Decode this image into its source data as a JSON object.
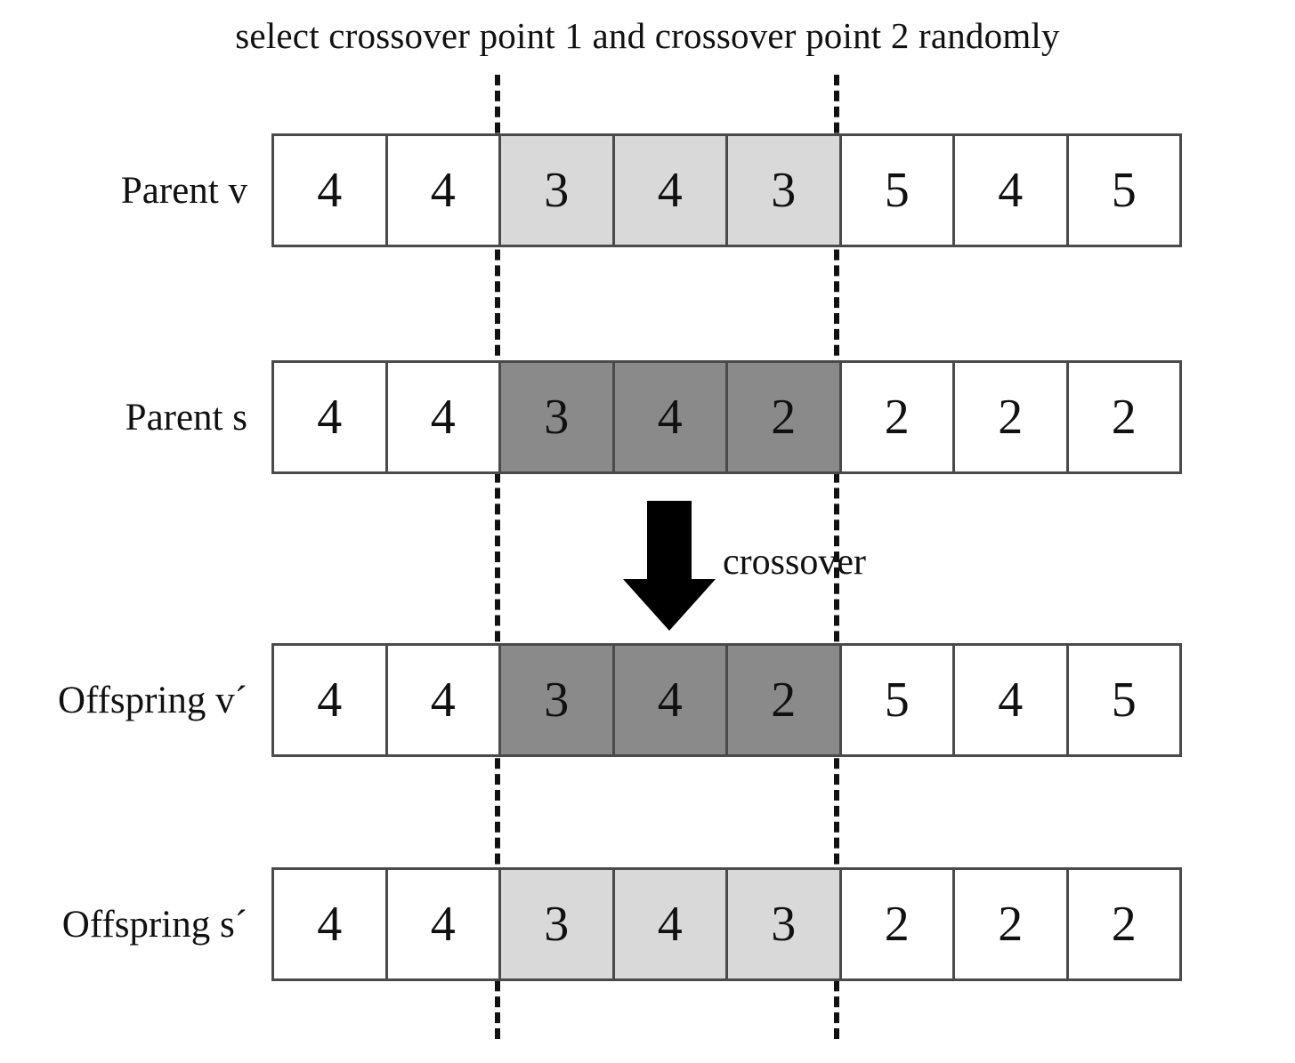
{
  "figure": {
    "title": "select crossover point 1 and crossover point 2 randomly",
    "crossover_label": "crossover",
    "colors": {
      "shade_light": "#d9d9d9",
      "shade_dark": "#8a8a8a",
      "border": "#4a4a4a",
      "text": "#111111",
      "background": "#ffffff"
    },
    "crossover_segment": {
      "start_index": 2,
      "end_index": 4
    },
    "rows": [
      {
        "label": "Parent v",
        "shade": "light",
        "genes": [
          "4",
          "4",
          "3",
          "4",
          "3",
          "5",
          "4",
          "5"
        ]
      },
      {
        "label": "Parent s",
        "shade": "dark",
        "genes": [
          "4",
          "4",
          "3",
          "4",
          "2",
          "2",
          "2",
          "2"
        ]
      },
      {
        "label": "Offspring v´",
        "shade": "dark",
        "genes": [
          "4",
          "4",
          "3",
          "4",
          "2",
          "5",
          "4",
          "5"
        ]
      },
      {
        "label": "Offspring s´",
        "shade": "light",
        "genes": [
          "4",
          "4",
          "3",
          "4",
          "3",
          "2",
          "2",
          "2"
        ]
      }
    ]
  }
}
